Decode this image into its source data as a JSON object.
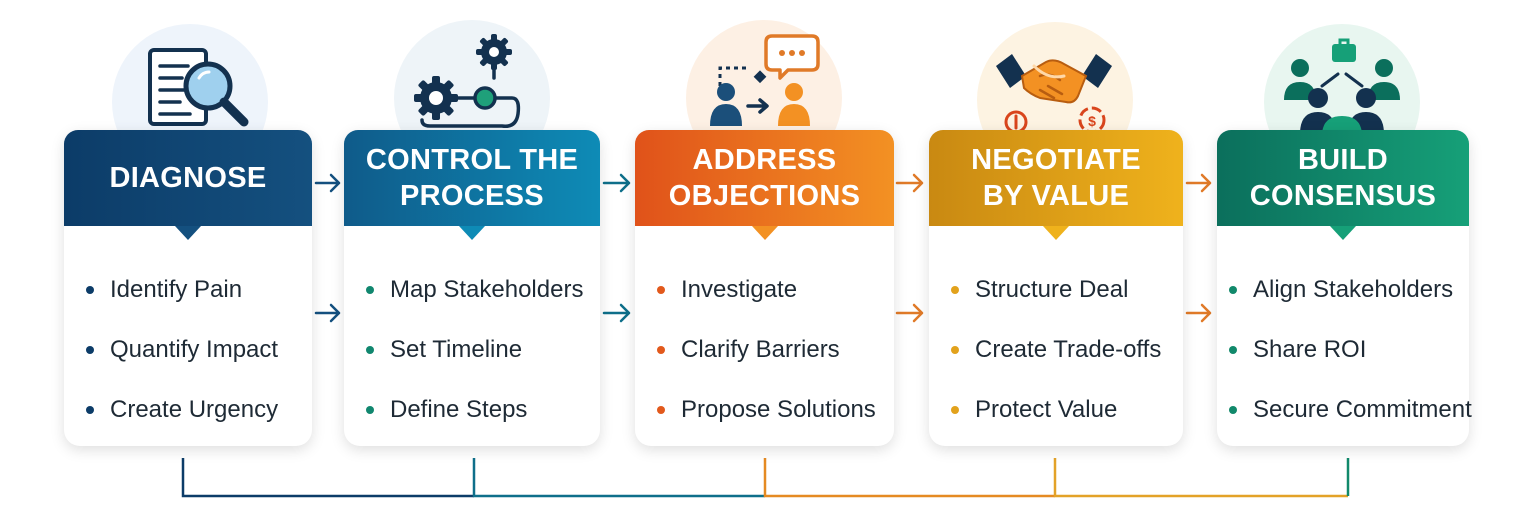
{
  "stages": [
    {
      "key": "diagnose",
      "title_lines": [
        "DIAGNOSE"
      ],
      "items": [
        "Identify Pain",
        "Quantify Impact",
        "Create Urgency"
      ],
      "icon": "magnifier-document-icon",
      "colors": {
        "from": "#0c3c68",
        "to": "#14507f",
        "bullet": "#0c3c68",
        "halo": "#eef4fb",
        "line": "#0c3c68"
      }
    },
    {
      "key": "control-the-process",
      "title_lines": [
        "CONTROL THE",
        "PROCESS"
      ],
      "items": [
        "Map Stakeholders",
        "Set Timeline",
        "Define Steps"
      ],
      "icon": "gears-process-icon",
      "colors": {
        "from": "#0f5b8a",
        "to": "#0e8bb6",
        "bullet": "#11876f",
        "halo": "#eef4f8",
        "line": "#0e6f8a"
      }
    },
    {
      "key": "address-objections",
      "title_lines": [
        "ADDRESS",
        "OBJECTIONS"
      ],
      "items": [
        "Investigate",
        "Clarify Barriers",
        "Propose Solutions"
      ],
      "icon": "conversation-people-icon",
      "colors": {
        "from": "#e0521a",
        "to": "#f39123",
        "bullet": "#e2591c",
        "halo": "#fdf0e4",
        "line": "#e58a22"
      }
    },
    {
      "key": "negotiate-by-value",
      "title_lines": [
        "NEGOTIATE",
        "BY VALUE"
      ],
      "items": [
        "Structure Deal",
        "Create Trade-offs",
        "Protect Value"
      ],
      "icon": "handshake-icon",
      "colors": {
        "from": "#c98912",
        "to": "#efb21c",
        "bullet": "#e2a21c",
        "halo": "#fdf3e2",
        "line": "#e3a228"
      }
    },
    {
      "key": "build-consensus",
      "title_lines": [
        "BUILD",
        "CONSENSUS"
      ],
      "items": [
        "Align Stakeholders",
        "Share ROI",
        "Secure Commitment"
      ],
      "icon": "team-consensus-icon",
      "colors": {
        "from": "#0b6f5c",
        "to": "#16a078",
        "bullet": "#11896b",
        "halo": "#e8f6f0",
        "line": "#11896b"
      }
    }
  ],
  "arrow_colors": [
    "#14507f",
    "#0e6f8a",
    "#e07a28",
    "#e07a28"
  ]
}
